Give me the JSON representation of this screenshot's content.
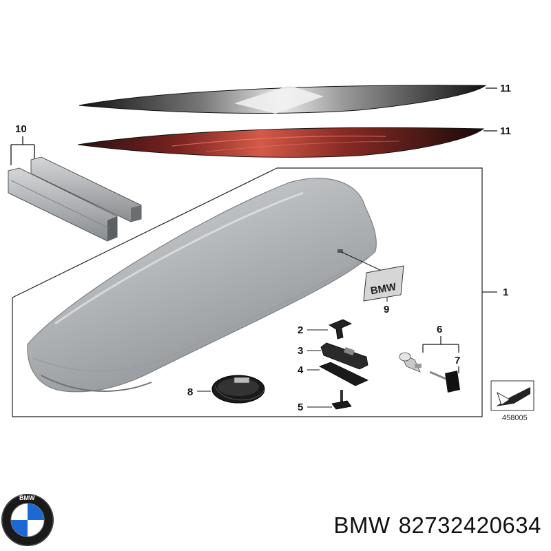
{
  "callouts": {
    "c1": "1",
    "c2": "2",
    "c3": "3",
    "c4": "4",
    "c5": "5",
    "c6": "6",
    "c7": "7",
    "c8": "8",
    "c9": "9",
    "c10": "10",
    "c11_top": "11",
    "c11_bottom": "11"
  },
  "badge_text": "BMW",
  "diagram_ref": "458005",
  "footer": {
    "brand": "BMW",
    "part_number": "82732420634"
  },
  "logo": {
    "ring_text": "BMW",
    "colors": {
      "blue": "#1c69d4",
      "white": "#ffffff",
      "ring": "#222222"
    }
  },
  "colors": {
    "roof_box": "#b9bcbf",
    "decal_red": "#c2423a",
    "decal_dark": "#111111",
    "line": "#333333"
  }
}
